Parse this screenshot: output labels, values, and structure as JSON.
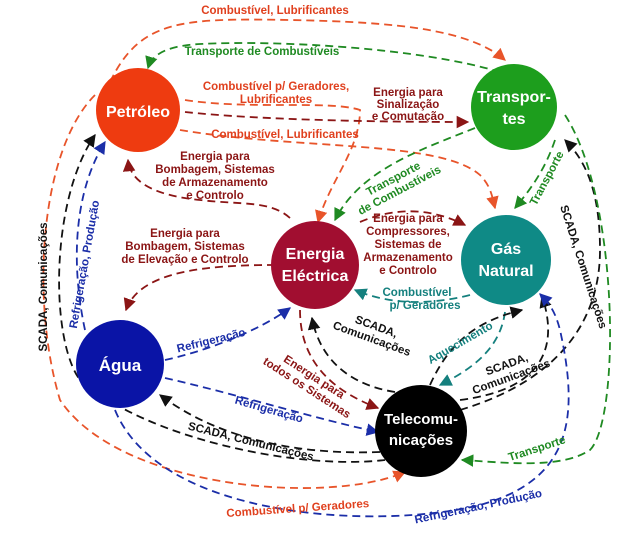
{
  "colors": {
    "petroleo": "#ee3b10",
    "transportes": "#1d9e1d",
    "energia": "#a10e30",
    "gas": "#0f8a86",
    "agua": "#0a14a6",
    "telecom": "#000000"
  },
  "nodes": {
    "petroleo": "Petróleo",
    "transportes_1": "Transpor-",
    "transportes_2": "tes",
    "energia_1": "Energia",
    "energia_2": "Eléctrica",
    "gas_1": "Gás",
    "gas_2": "Natural",
    "agua": "Água",
    "telecom_1": "Telecomu-",
    "telecom_2": "nicações"
  },
  "edges": {
    "top_combustivel_lubrificantes": "Combustível, Lubrificantes",
    "transporte_combustiveis": "Transporte de Combustíveis",
    "combustivel_geradores_1": "Combustível p/ Geradores,",
    "combustivel_geradores_2": "Lubrificantes",
    "energia_sinalizacao_1": "Energia para",
    "energia_sinalizacao_2": "Sinalização",
    "energia_sinalizacao_3": "e Comutação",
    "combustivel_lubrificantes_2": "Combustível, Lubrificantes",
    "energia_bombagem_petroleo_1": "Energia para",
    "energia_bombagem_petroleo_2": "Bombagem, Sistemas",
    "energia_bombagem_petroleo_3": "de Armazenamento",
    "energia_bombagem_petroleo_4": "e Controlo",
    "transporte_combustiveis_diag_1": "Transporte",
    "transporte_combustiveis_diag_2": "de Combustíveis",
    "transporte_gas": "Transporte",
    "energia_compressores_1": "Energia para",
    "energia_compressores_2": "Compressores,",
    "energia_compressores_3": "Sistemas de",
    "energia_compressores_4": "Armazenamento",
    "energia_compressores_5": "e Controlo",
    "energia_bombagem_agua_1": "Energia para",
    "energia_bombagem_agua_2": "Bombagem, Sistemas",
    "energia_bombagem_agua_3": "de Elevação e Controlo",
    "refrigeracao_producao_left": "Refrigeração, Produção",
    "scada_left": "SCADA, Comunicações",
    "scada_right": "SCADA, Comunicações",
    "combustivel_geradores_gas_1": "Combustível",
    "combustivel_geradores_gas_2": "p/ Geradores",
    "refrigeracao_agua_energia": "Refrigeração",
    "scada_energia_telecom_1": "SCADA,",
    "scada_energia_telecom_2": "Comunicações",
    "aquecimento": "Aquecimento",
    "scada_gas_telecom_1": "SCADA,",
    "scada_gas_telecom_2": "Comunicações",
    "energia_todos_1": "Energia para",
    "energia_todos_2": "todos os Sistemas",
    "refrigeracao_agua_telecom": "Refrigeração",
    "scada_agua_telecom": "SCADA, Comunicações",
    "transporte_telecom": "Transporte",
    "combustivel_geradores_bottom": "Combustível p/ Geradores",
    "refrigeracao_producao_bottom": "Refrigeração, Produção"
  }
}
